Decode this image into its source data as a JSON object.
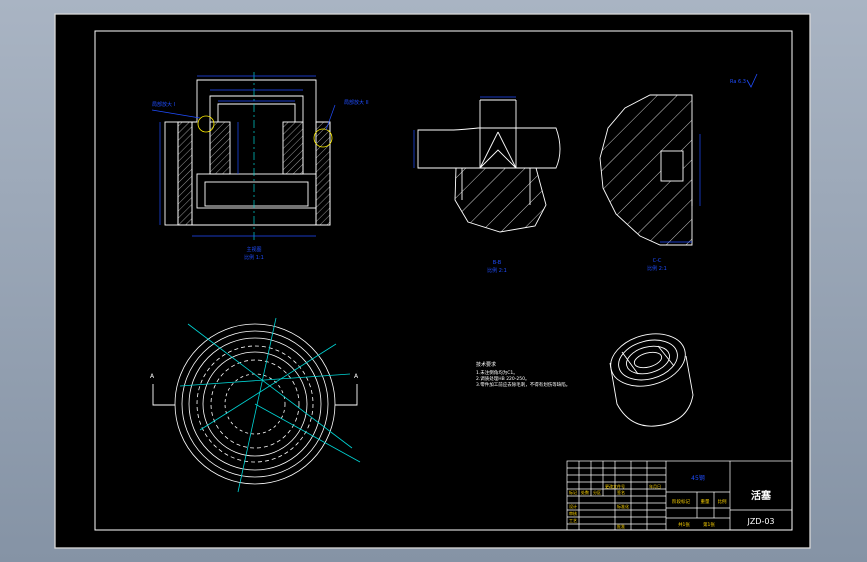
{
  "title_block": {
    "part_name": "活塞",
    "drawing_no": "JZD-03",
    "material": "45钢",
    "stage_mark_label": "阶段标记",
    "weight_label": "重量",
    "scale_label": "比例",
    "sheet_total": "共1张",
    "sheet_index": "第1张",
    "row_labels": [
      "标记",
      "设计",
      "审核",
      "工艺"
    ],
    "col_labels": [
      "处数",
      "分区",
      "更改文件号",
      "签名",
      "年月日",
      "标准化",
      "批准"
    ]
  },
  "views": {
    "front_caption": "主视图",
    "front_scale": "比例 1:1",
    "section_b_caption": "B-B",
    "section_b_scale": "比例 2:1",
    "section_c_caption": "C-C",
    "section_c_scale": "比例 2:1",
    "detail_left_label": "局部放大 I",
    "detail_right_label": "局部放大 II",
    "section_mark_a_left": "A",
    "section_mark_a_right": "A"
  },
  "notes": {
    "heading": "技术要求",
    "lines": [
      "1.未注倒角均为C1。",
      "2.调质处理HB 220-250。",
      "3.零件加工前应去除毛刺，不得有划伤等缺陷。"
    ]
  },
  "roughness": {
    "label": "Ra 6.3"
  },
  "colors": {
    "sheet": "#000000",
    "line": "#ffffff",
    "dimension": "#1f4dff",
    "center": "#00d5d5",
    "title_text": "#ffd400"
  }
}
